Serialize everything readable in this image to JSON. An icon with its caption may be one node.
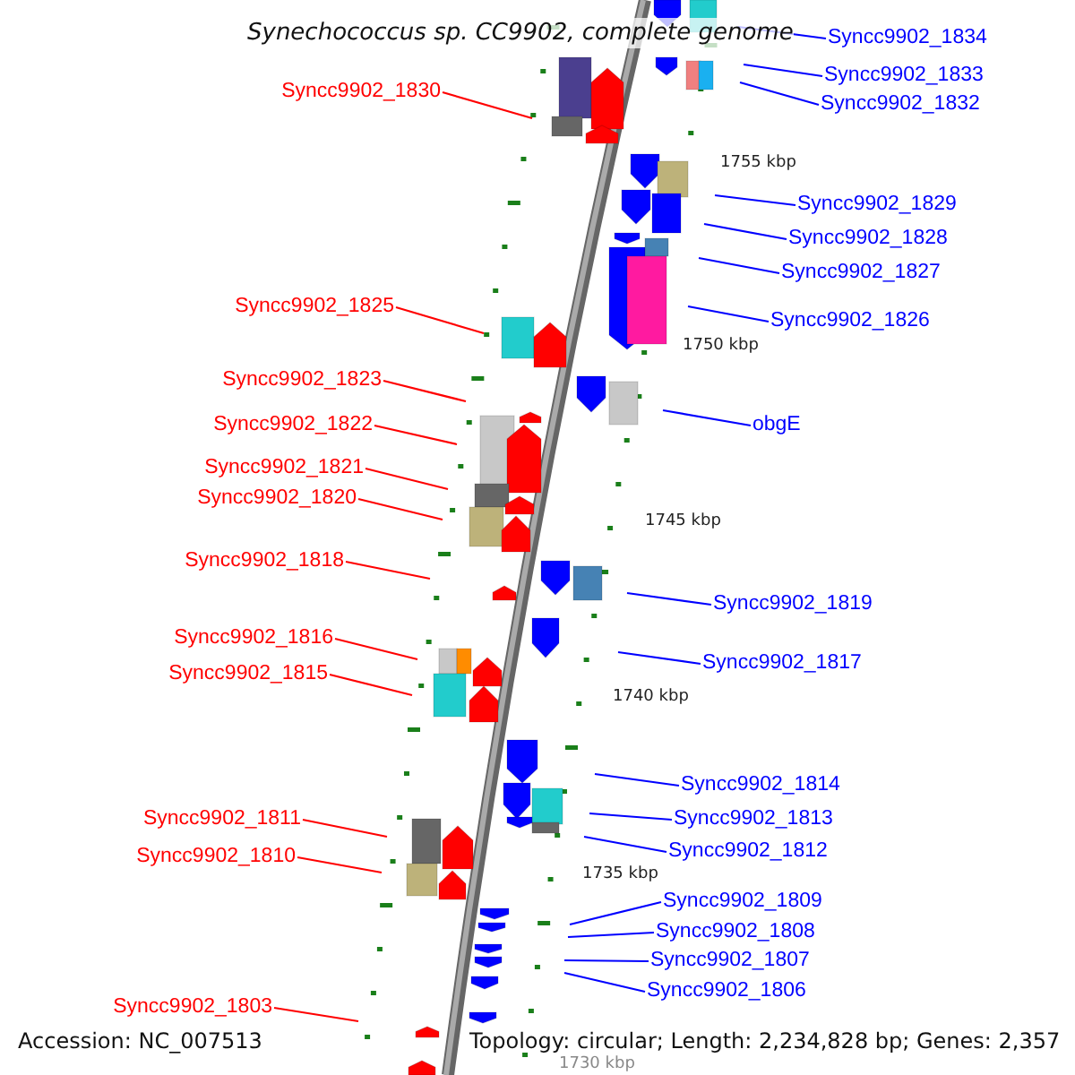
{
  "diagram": {
    "title": "Synechococcus sp. CC9902, complete genome",
    "nodes": [
      {
        "text": [
          "Syncc9902_1834"
        ]
      },
      {
        "text": [
          "Syncc9902_1833"
        ]
      },
      {
        "text": [
          "Syncc9902_1830"
        ]
      },
      {
        "text": [
          "Syncc9902_1832"
        ]
      },
      {
        "text": [
          "Syncc9902_1829"
        ]
      },
      {
        "text": [
          "Syncc9902_1828"
        ]
      },
      {
        "text": [
          "Syncc9902_1827"
        ]
      },
      {
        "text": [
          "Syncc9902_1825"
        ]
      },
      {
        "text": [
          "Syncc9902_1826"
        ]
      },
      {
        "text": [
          "Syncc9902_1823"
        ]
      },
      {
        "text": [
          "Syncc9902_1822"
        ]
      },
      {
        "text": [
          "obgE"
        ]
      },
      {
        "text": [
          "Syncc9902_1821"
        ]
      },
      {
        "text": [
          "Syncc9902_1820"
        ]
      },
      {
        "text": [
          "Syncc9902_1818"
        ]
      },
      {
        "text": [
          "Syncc9902_1819"
        ]
      },
      {
        "text": [
          "Syncc9902_1816"
        ]
      },
      {
        "text": [
          "Syncc9902_1817"
        ]
      },
      {
        "text": [
          "Syncc9902_1815"
        ]
      },
      {
        "text": [
          "Syncc9902_1814"
        ]
      },
      {
        "text": [
          "Syncc9902_1811"
        ]
      },
      {
        "text": [
          "Syncc9902_1813"
        ]
      },
      {
        "text": [
          "Syncc9902_1812"
        ]
      },
      {
        "text": [
          "Syncc9902_1810"
        ]
      },
      {
        "text": [
          "Syncc9902_1809"
        ]
      },
      {
        "text": [
          "Syncc9902_1808"
        ]
      },
      {
        "text": [
          "Syncc9902_1807"
        ]
      },
      {
        "text": [
          "Syncc9902_1806"
        ]
      },
      {
        "text": [
          "Syncc9902_1803"
        ]
      }
    ],
    "edges": [
      {
        "from": 0,
        "to": null,
        "arrow": "none"
      },
      {
        "from": 1,
        "to": null,
        "arrow": "none"
      },
      {
        "from": 2,
        "to": null,
        "arrow": "none",
        "color": "#ff0000"
      },
      {
        "from": 3,
        "to": null,
        "arrow": "none"
      },
      {
        "from": 4,
        "to": null,
        "arrow": "none"
      },
      {
        "from": 5,
        "to": null,
        "arrow": "none"
      },
      {
        "from": 6,
        "to": null,
        "arrow": "none"
      },
      {
        "from": 7,
        "to": null,
        "arrow": "none",
        "color": "#ff0000"
      },
      {
        "from": 8,
        "to": null,
        "arrow": "none"
      },
      {
        "from": 9,
        "to": null,
        "arrow": "none",
        "color": "#ff0000"
      },
      {
        "from": 10,
        "to": null,
        "arrow": "none",
        "color": "#ff0000"
      },
      {
        "from": 11,
        "to": null,
        "arrow": "none"
      },
      {
        "from": 12,
        "to": null,
        "arrow": "none",
        "color": "#ff0000"
      },
      {
        "from": 13,
        "to": null,
        "arrow": "none",
        "color": "#ff0000"
      },
      {
        "from": 14,
        "to": null,
        "arrow": "none",
        "color": "#ff0000"
      },
      {
        "from": 15,
        "to": null,
        "arrow": "none"
      },
      {
        "from": 16,
        "to": null,
        "arrow": "none",
        "color": "#ff0000"
      },
      {
        "from": 17,
        "to": null,
        "arrow": "none"
      },
      {
        "from": 18,
        "to": null,
        "arrow": "none",
        "color": "#ff0000"
      },
      {
        "from": 19,
        "to": null,
        "arrow": "none"
      },
      {
        "from": 20,
        "to": null,
        "arrow": "none",
        "color": "#ff0000"
      },
      {
        "from": 21,
        "to": null,
        "arrow": "none"
      },
      {
        "from": 22,
        "to": null,
        "arrow": "none"
      },
      {
        "from": 23,
        "to": null,
        "arrow": "none",
        "color": "#ff0000"
      },
      {
        "from": 24,
        "to": null,
        "arrow": "none"
      },
      {
        "from": 25,
        "to": null,
        "arrow": "none"
      },
      {
        "from": 26,
        "to": null,
        "arrow": "none"
      },
      {
        "from": 27,
        "to": null,
        "arrow": "none"
      },
      {
        "from": 28,
        "to": null,
        "arrow": "none",
        "color": "#ff0000"
      }
    ],
    "labels": [
      "1755 kbp",
      "1750 kbp",
      "1745 kbp",
      "1740 kbp",
      "1735 kbp",
      "Accession: NC_007513",
      "Topology: circular; Length: 2,234,828 bp; Genes: 2,357",
      "1730 kbp"
    ]
  }
}
